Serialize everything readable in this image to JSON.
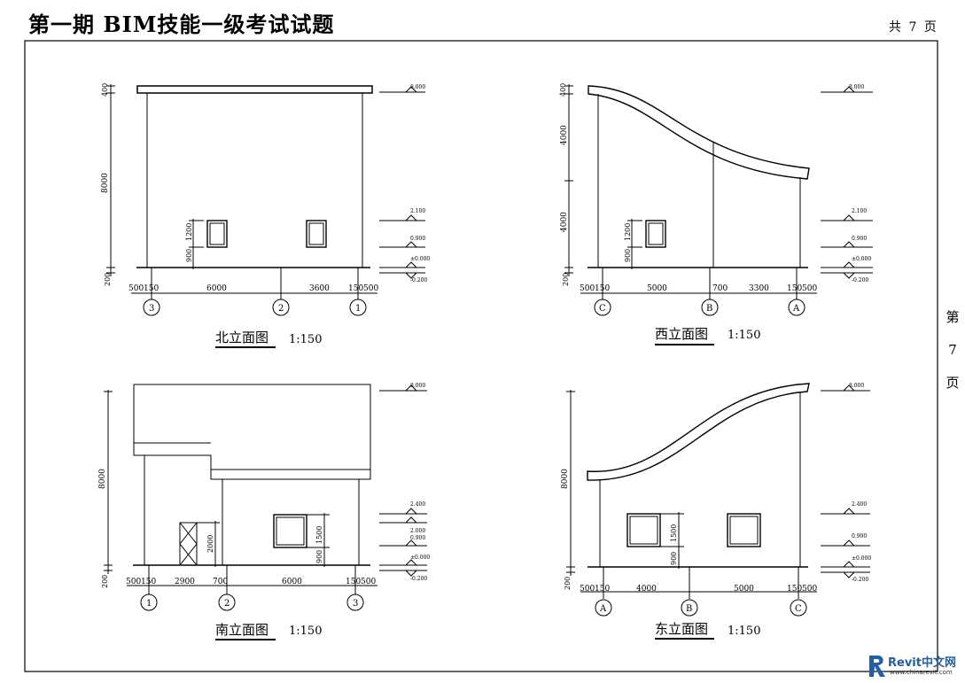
{
  "page": {
    "title": "第一期 BIM技能一级考试试题",
    "page_count": "共 7 页",
    "side_label": [
      "第",
      "7",
      "页"
    ]
  },
  "logo": {
    "brand": "Revit中文网",
    "url": "www.chinarevit.com"
  },
  "views": {
    "north": {
      "caption": "北立面图",
      "scale": "1:150",
      "vdims": [
        "400",
        "8000",
        "200",
        "1200",
        "900"
      ],
      "levels": [
        "8.000",
        "2.100",
        "0.900",
        "±0.000",
        "-0.200"
      ],
      "hdims": [
        "500",
        "150",
        "6000",
        "3600",
        "150",
        "500"
      ],
      "grids": [
        "3",
        "2",
        "1"
      ]
    },
    "west": {
      "caption": "西立面图",
      "scale": "1:150",
      "vdims": [
        "400",
        "4000",
        "4000",
        "200",
        "1200",
        "900"
      ],
      "levels": [
        "8.000",
        "2.100",
        "0.900",
        "±0.000",
        "-0.200"
      ],
      "hdims": [
        "500",
        "150",
        "5000",
        "700",
        "3300",
        "150",
        "500"
      ],
      "grids": [
        "C",
        "B",
        "A"
      ]
    },
    "south": {
      "caption": "南立面图",
      "scale": "1:150",
      "vdims": [
        "8000",
        "200",
        "2000",
        "1500",
        "900"
      ],
      "levels": [
        "8.000",
        "2.400",
        "2.000",
        "0.900",
        "±0.000",
        "-0.200"
      ],
      "hdims": [
        "500",
        "150",
        "2900",
        "700",
        "6000",
        "150",
        "500"
      ],
      "grids": [
        "1",
        "2",
        "3"
      ]
    },
    "east": {
      "caption": "东立面图",
      "scale": "1:150",
      "vdims": [
        "8000",
        "200",
        "1500",
        "900"
      ],
      "levels": [
        "8.000",
        "2.400",
        "0.900",
        "±0.000",
        "-0.200"
      ],
      "hdims": [
        "500",
        "150",
        "4000",
        "5000",
        "150",
        "500"
      ],
      "grids": [
        "A",
        "B",
        "C"
      ]
    }
  }
}
